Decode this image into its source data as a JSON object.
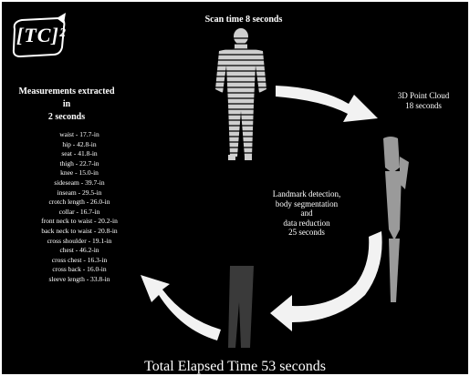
{
  "logo": {
    "text": "[TC]²"
  },
  "scan_time": "Scan time 8 seconds",
  "measurements": {
    "title_line1": "Measurements extracted",
    "title_line2": "in",
    "title_line3": "2 seconds",
    "items": [
      "waist - 17.7-in",
      "hip - 42.8-in",
      "seat - 41.8-in",
      "thigh - 22.7-in",
      "knee - 15.0-in",
      "sideseam - 39.7-in",
      "inseam - 29.5-in",
      "crotch length - 26.0-in",
      "collar - 16.7-in",
      "front neck to waist - 20.2-in",
      "back neck to waist - 20.8-in",
      "cross shoulder - 19.1-in",
      "chest - 46.2-in",
      "cross chest - 16.3-in",
      "cross back - 16.0-in",
      "sleeve length - 33.8-in"
    ]
  },
  "point_cloud": {
    "line1": "3D Point Cloud",
    "line2": "18 seconds"
  },
  "landmark": {
    "line1": "Landmark detection,",
    "line2": "body segmentation",
    "line3": "and",
    "line4": "data reduction",
    "line5": "25 seconds"
  },
  "total_time": "Total Elapsed Time 53 seconds",
  "colors": {
    "background": "#000000",
    "text": "#ffffff",
    "arrow": "#f2f2f2"
  }
}
